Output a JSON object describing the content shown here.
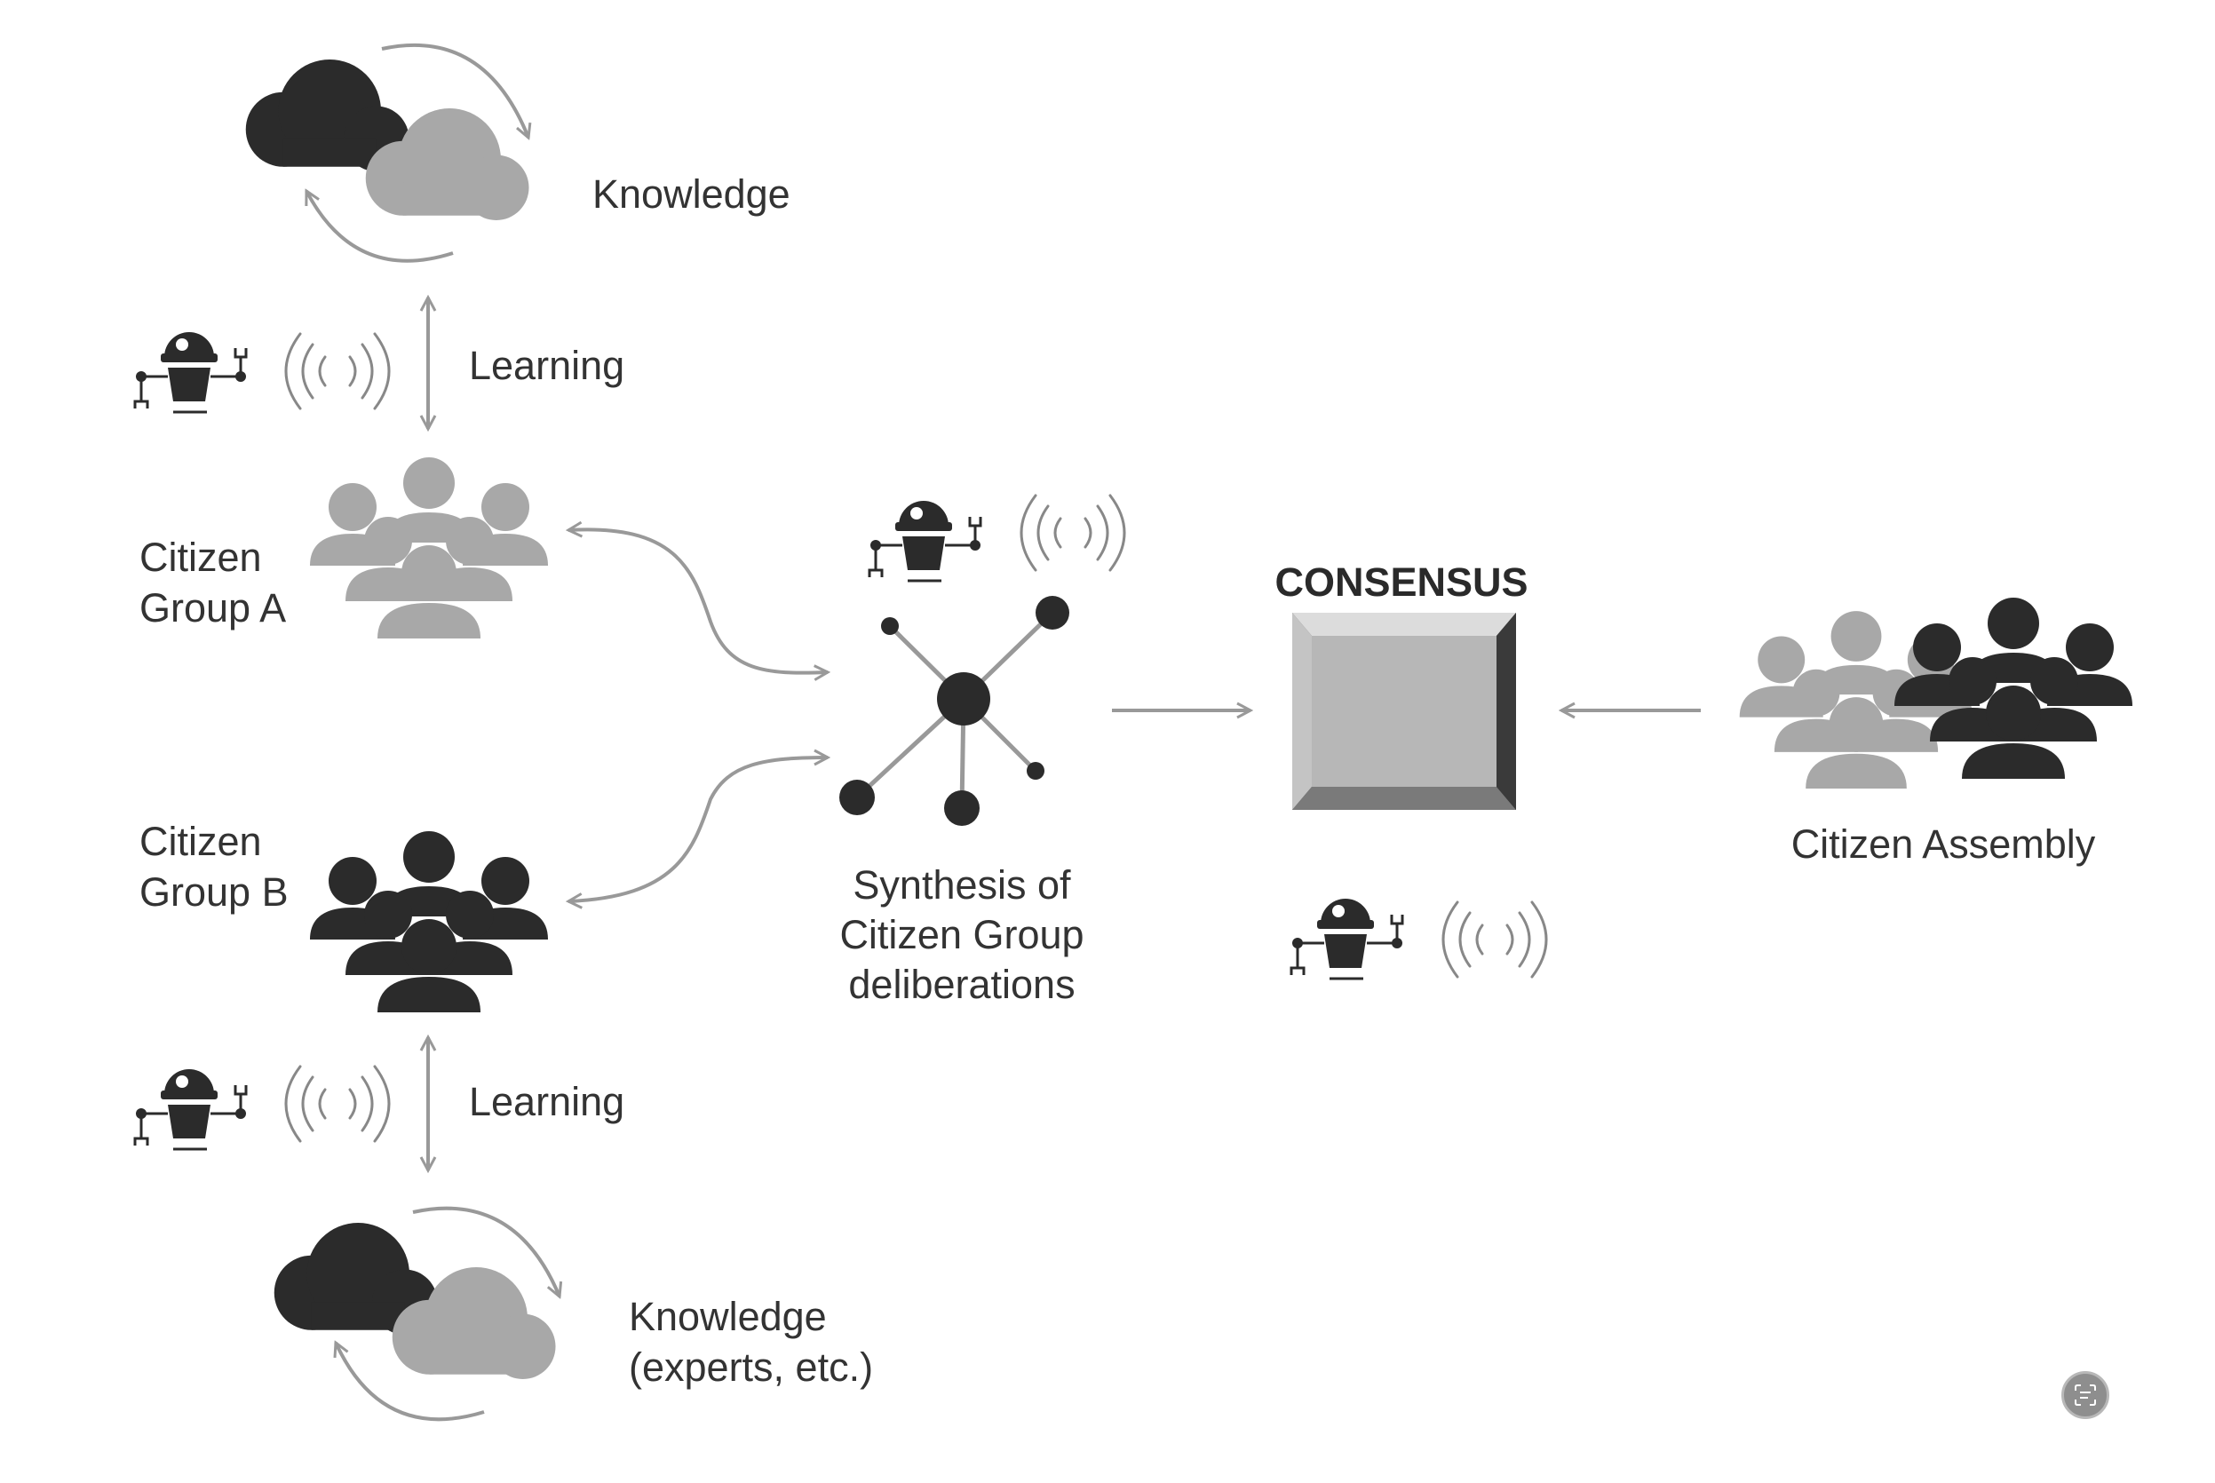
{
  "labels": {
    "knowledge_top": "Knowledge",
    "learning_top": "Learning",
    "group_a_line1": "Citizen",
    "group_a_line2": "Group A",
    "group_b_line1": "Citizen",
    "group_b_line2": "Group B",
    "learning_bottom": "Learning",
    "knowledge_bottom_line1": "Knowledge",
    "knowledge_bottom_line2": "(experts, etc.)",
    "synthesis_line1": "Synthesis of",
    "synthesis_line2": "Citizen Group",
    "synthesis_line3": "deliberations",
    "consensus": "CONSENSUS",
    "assembly": "Citizen Assembly"
  },
  "colors": {
    "dark": "#2b2b2b",
    "light": "#a8a8a8",
    "arrow": "#999999",
    "text": "#333333"
  },
  "icons": [
    "cloud-cycle-icon",
    "robot-icon",
    "signal-waves-icon",
    "people-group-icon",
    "network-hub-icon",
    "consensus-box-icon",
    "lens-icon"
  ]
}
